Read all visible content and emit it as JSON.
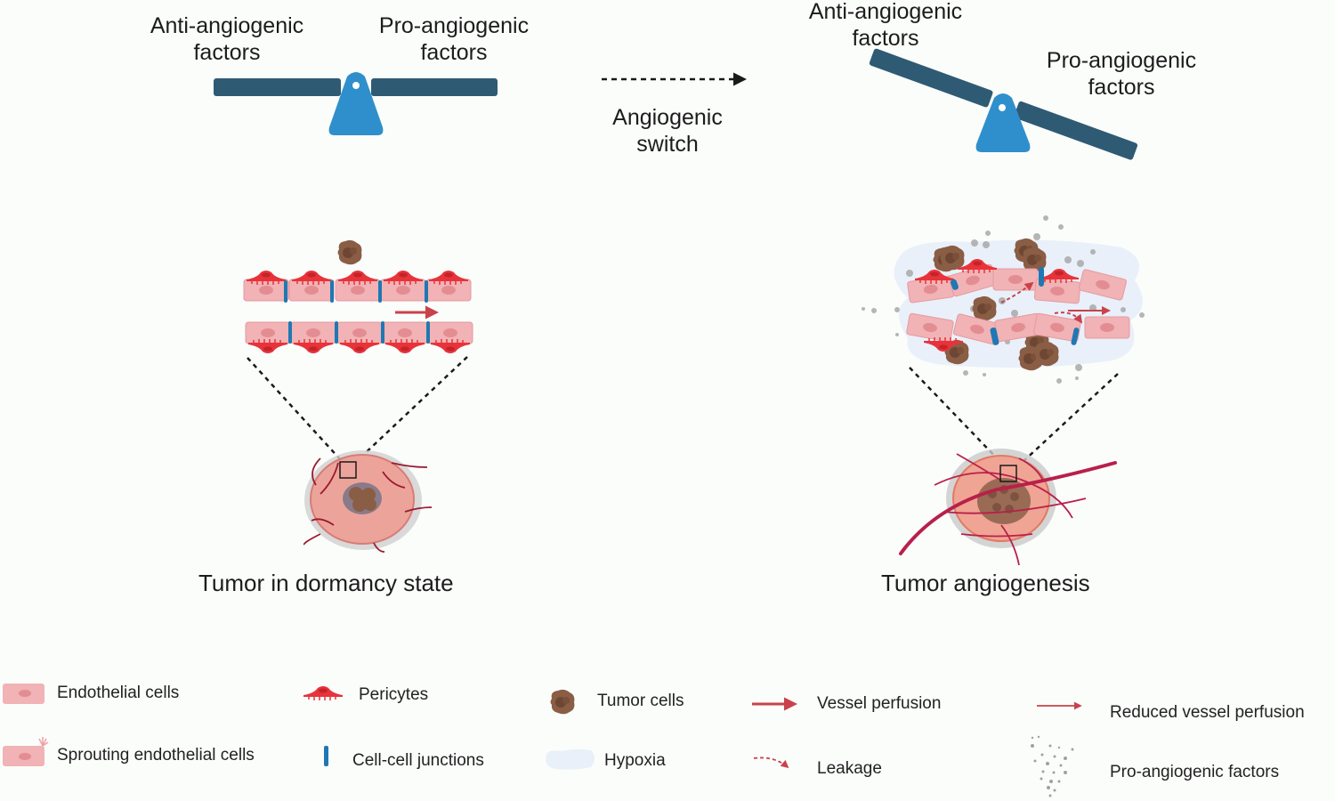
{
  "left_panel": {
    "anti_label": [
      "Anti-angiogenic",
      "factors"
    ],
    "pro_label": [
      "Pro-angiogenic",
      "factors"
    ],
    "caption": "Tumor in dormancy state",
    "balance_state": "level"
  },
  "transition": {
    "label": [
      "Angiogenic",
      "switch"
    ]
  },
  "right_panel": {
    "anti_label": [
      "Anti-angiogenic",
      "factors"
    ],
    "pro_label": [
      "Pro-angiogenic",
      "factors"
    ],
    "caption": "Tumor angiogenesis",
    "balance_state": "tilted toward pro-angiogenic"
  },
  "legend": {
    "items": [
      {
        "icon": "endothelial-cell-icon",
        "label": "Endothelial cells"
      },
      {
        "icon": "pericyte-icon",
        "label": "Pericytes"
      },
      {
        "icon": "tumor-cell-icon",
        "label": "Tumor cells"
      },
      {
        "icon": "vessel-perfusion-arrow-icon",
        "label": "Vessel perfusion"
      },
      {
        "icon": "reduced-perfusion-arrow-icon",
        "label": "Reduced vessel perfusion"
      },
      {
        "icon": "sprouting-endothelial-cell-icon",
        "label": "Sprouting endothelial cells"
      },
      {
        "icon": "cell-junction-icon",
        "label": "Cell-cell junctions"
      },
      {
        "icon": "hypoxia-icon",
        "label": "Hypoxia"
      },
      {
        "icon": "leakage-arrow-icon",
        "label": "Leakage"
      },
      {
        "icon": "pro-angiogenic-factors-icon",
        "label": "Pro-angiogenic factors"
      }
    ]
  },
  "colors": {
    "beam": "#2f5a74",
    "fulcrum": "#2f8fcc",
    "endothelial": "#f1b3b5",
    "endothelial_border": "#e08a8e",
    "nucleus": "#e38d92",
    "pericyte": "#e8333a",
    "junction": "#1f78b4",
    "tumor": "#8a5d45",
    "vessel": "#b8204a",
    "arrow": "#c9424a",
    "hypoxia": "#e9f0fa"
  }
}
